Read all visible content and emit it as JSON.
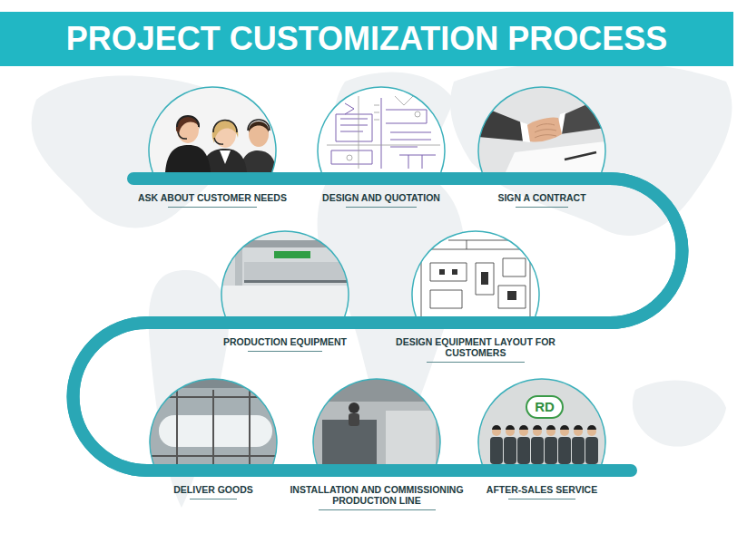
{
  "diagram": {
    "title": "PROJECT CUSTOMIZATION PROCESS",
    "nodes": [
      {
        "text": [
          "ASK ABOUT CUSTOMER NEEDS"
        ]
      },
      {
        "text": [
          "DESIGN AND QUOTATION"
        ]
      },
      {
        "text": [
          "SIGN A CONTRACT"
        ]
      },
      {
        "text": [
          "DESIGN EQUIPMENT LAYOUT FOR CUSTOMERS"
        ]
      },
      {
        "text": [
          "PRODUCTION EQUIPMENT"
        ]
      },
      {
        "text": [
          "DELIVER GOODS"
        ]
      },
      {
        "text": [
          "INSTALLATION AND COMMISSIONING PRODUCTION LINE"
        ]
      },
      {
        "text": [
          "AFTER-SALES SERVICE"
        ]
      }
    ],
    "edges": [
      {
        "from": 0,
        "to": 1,
        "arrow": "none"
      },
      {
        "from": 1,
        "to": 2,
        "arrow": "none"
      },
      {
        "from": 2,
        "to": 3,
        "arrow": "none"
      },
      {
        "from": 3,
        "to": 4,
        "arrow": "none"
      },
      {
        "from": 4,
        "to": 5,
        "arrow": "none"
      },
      {
        "from": 5,
        "to": 6,
        "arrow": "none"
      },
      {
        "from": 6,
        "to": 7,
        "arrow": "none"
      }
    ],
    "labels": [
      "RD"
    ]
  }
}
